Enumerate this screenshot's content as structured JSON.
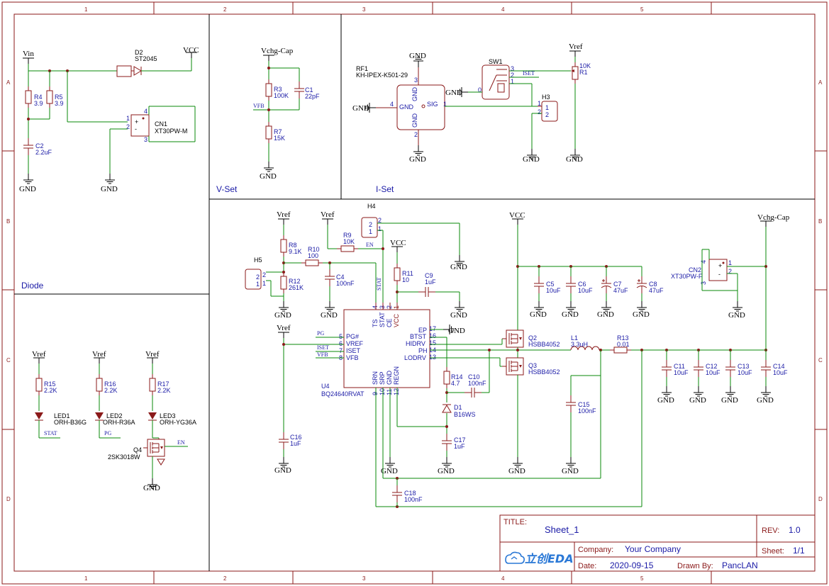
{
  "border": {
    "columns": [
      "1",
      "2",
      "3",
      "4",
      "5"
    ],
    "rows": [
      "A",
      "B",
      "C",
      "D"
    ]
  },
  "sections": {
    "diode": "Diode",
    "vset": "V-Set",
    "iset": "I-Set"
  },
  "title_block": {
    "title_label": "TITLE:",
    "title_value": "Sheet_1",
    "rev_label": "REV:",
    "rev_value": "1.0",
    "company_label": "Company:",
    "company_value": "Your Company",
    "sheet_label": "Sheet:",
    "sheet_value": "1/1",
    "date_label": "Date:",
    "date_value": "2020-09-15",
    "drawn_label": "Drawn By:",
    "drawn_value": "PancLAN",
    "logo_text": "立创EDA"
  },
  "power": {
    "vin": "Vin",
    "vcc": "VCC",
    "gnd": "GND",
    "vref": "Vref",
    "vchg": "Vchg-Cap"
  },
  "nets": {
    "vfb": "VFB",
    "iset": "ISET",
    "en": "EN",
    "stat": "STAT",
    "pg": "PG"
  },
  "components": {
    "d2": {
      "ref": "D2",
      "value": "ST2045"
    },
    "r4": {
      "ref": "R4",
      "value": "3.9"
    },
    "r5": {
      "ref": "R5",
      "value": "3.9"
    },
    "c2": {
      "ref": "C2",
      "value": "2.2uF"
    },
    "cn1": {
      "ref": "CN1",
      "value": "XT30PW-M"
    },
    "r3": {
      "ref": "R3",
      "value": "100K"
    },
    "c1": {
      "ref": "C1",
      "value": "22pF"
    },
    "r7": {
      "ref": "R7",
      "value": "15K"
    },
    "rf1": {
      "ref": "RF1",
      "value": "KH-IPEX-K501-29"
    },
    "sw1": {
      "ref": "SW1"
    },
    "r1": {
      "ref": "R1",
      "value": "10K"
    },
    "h3": {
      "ref": "H3"
    },
    "h4": {
      "ref": "H4"
    },
    "h5": {
      "ref": "H5"
    },
    "r8": {
      "ref": "R8",
      "value": "9.1K"
    },
    "r9": {
      "ref": "R9",
      "value": "10K"
    },
    "r10": {
      "ref": "R10",
      "value": "100"
    },
    "r12": {
      "ref": "R12",
      "value": "261K"
    },
    "c4": {
      "ref": "C4",
      "value": "100nF"
    },
    "r11": {
      "ref": "R11",
      "value": "10"
    },
    "c9": {
      "ref": "C9",
      "value": "1uF"
    },
    "u4": {
      "ref": "U4",
      "value": "BQ24640RVAT"
    },
    "c16": {
      "ref": "C16",
      "value": "1uF"
    },
    "r14": {
      "ref": "R14",
      "value": "4.7"
    },
    "c10": {
      "ref": "C10",
      "value": "100nF"
    },
    "d1": {
      "ref": "D1",
      "value": "B16WS"
    },
    "c17": {
      "ref": "C17",
      "value": "1uF"
    },
    "c18": {
      "ref": "C18",
      "value": "100nF"
    },
    "c5": {
      "ref": "C5",
      "value": "10uF"
    },
    "c6": {
      "ref": "C6",
      "value": "10uF"
    },
    "c7": {
      "ref": "C7",
      "value": "47uF"
    },
    "c8": {
      "ref": "C8",
      "value": "47uF"
    },
    "q2": {
      "ref": "Q2",
      "value": "HSBB4052"
    },
    "q3": {
      "ref": "Q3",
      "value": "HSBB4052"
    },
    "l1": {
      "ref": "L1",
      "value": "3.3uH"
    },
    "r13": {
      "ref": "R13",
      "value": "0.01"
    },
    "c15": {
      "ref": "C15",
      "value": "100nF"
    },
    "c11": {
      "ref": "C11",
      "value": "10uF"
    },
    "c12": {
      "ref": "C12",
      "value": "10uF"
    },
    "c13": {
      "ref": "C13",
      "value": "10uF"
    },
    "c14": {
      "ref": "C14",
      "value": "10uF"
    },
    "cn2": {
      "ref": "CN2",
      "value": "XT30PW-F"
    },
    "r15": {
      "ref": "R15",
      "value": "2.2K"
    },
    "r16": {
      "ref": "R16",
      "value": "2.2K"
    },
    "r17": {
      "ref": "R17",
      "value": "2.2K"
    },
    "led1": {
      "ref": "LED1",
      "value": "ORH-B36G"
    },
    "led2": {
      "ref": "LED2",
      "value": "ORH-R36A"
    },
    "led3": {
      "ref": "LED3",
      "value": "ORH-YG36A"
    },
    "q4": {
      "ref": "Q4",
      "value": "2SK3018W"
    }
  },
  "u4_pins": {
    "ts": "TS",
    "stat": "STAT",
    "ce": "CE",
    "vcc": "VCC",
    "pg": "PG#",
    "vref": "VREF",
    "iset": "ISET",
    "vfb": "VFB",
    "ep": "EP",
    "btst": "BTST",
    "hidrv": "HIDRV",
    "ph": "PH",
    "lodrv": "LODRV",
    "srn": "SRN",
    "srp": "SRP",
    "gnd": "GND",
    "regn": "REGN",
    "n1": "1",
    "n2": "2",
    "n3": "3",
    "n4": "4",
    "n5": "5",
    "n6": "6",
    "n7": "7",
    "n8": "8",
    "n9": "9",
    "n10": "10",
    "n11": "11",
    "n12": "12",
    "n13": "13",
    "n14": "14",
    "n15": "15",
    "n16": "16",
    "n17": "17"
  },
  "rf1_pins": {
    "gnd": "GND",
    "sig": "SIG",
    "n1": "1",
    "n2": "2",
    "n3": "3",
    "n4": "4"
  },
  "pin_nums": {
    "p0": "0",
    "p1": "1",
    "p2": "2",
    "p3": "3",
    "p4": "4"
  },
  "pol": {
    "plus": "+",
    "minus": "-"
  }
}
